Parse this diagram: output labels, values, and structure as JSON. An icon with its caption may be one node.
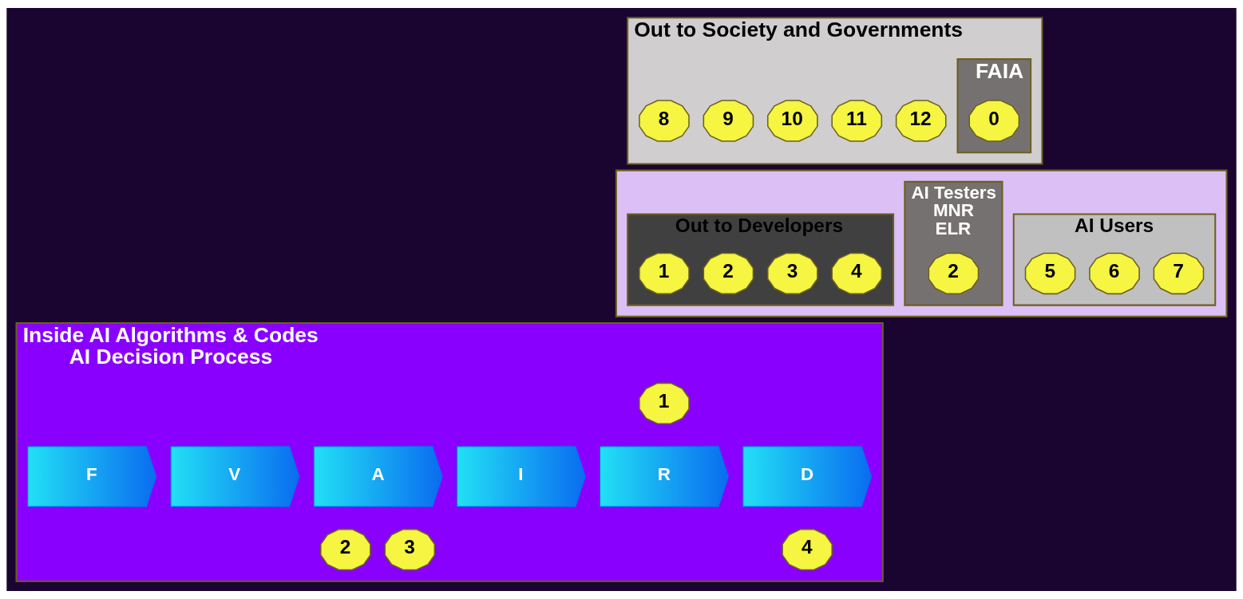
{
  "diagram": {
    "nodes": [
      {
        "text": [
          "Out to Society and Governments"
        ]
      },
      {
        "text": [
          "8"
        ],
        "in": 0
      },
      {
        "text": [
          "9"
        ],
        "in": 0
      },
      {
        "text": [
          "10"
        ],
        "in": 0
      },
      {
        "text": [
          "FAIA"
        ],
        "in": 0
      },
      {
        "text": [
          "0"
        ],
        "in": 4
      },
      {
        "text": [
          "11"
        ],
        "in": 0
      },
      {
        "text": [
          "12"
        ],
        "in": 0
      },
      {
        "text": [],
        "shape": "box"
      },
      {
        "text": [
          "Out to Developers"
        ],
        "in": 8
      },
      {
        "text": [
          "1"
        ],
        "in": 9
      },
      {
        "text": [
          "2"
        ],
        "in": 9
      },
      {
        "text": [
          "3"
        ],
        "in": 9
      },
      {
        "text": [
          "4"
        ],
        "in": 9
      },
      {
        "text": [
          "AI Testers",
          "MNR",
          "ELR"
        ],
        "in": 8
      },
      {
        "text": [
          "2"
        ],
        "in": 14
      },
      {
        "text": [
          "AI Users"
        ],
        "in": 8
      },
      {
        "text": [
          "5"
        ],
        "in": 16
      },
      {
        "text": [
          "6"
        ],
        "in": 16
      },
      {
        "text": [
          "7"
        ],
        "in": 16
      },
      {
        "text": [
          "Inside AI Algorithms & Codes",
          "AI Decision Process"
        ]
      },
      {
        "text": [
          "F"
        ],
        "in": 20
      },
      {
        "text": [
          "V"
        ],
        "in": 20
      },
      {
        "text": [
          "A"
        ],
        "in": 20
      },
      {
        "text": [
          "I"
        ],
        "in": 20
      },
      {
        "text": [
          "R"
        ],
        "in": 20
      },
      {
        "text": [
          "D"
        ],
        "in": 20
      },
      {
        "text": [
          "1"
        ],
        "in": 20
      },
      {
        "text": [
          "3"
        ],
        "in": 20
      },
      {
        "text": [
          "2"
        ],
        "in": 20
      },
      {
        "text": [
          "4"
        ],
        "in": 20
      }
    ],
    "edges": []
  }
}
